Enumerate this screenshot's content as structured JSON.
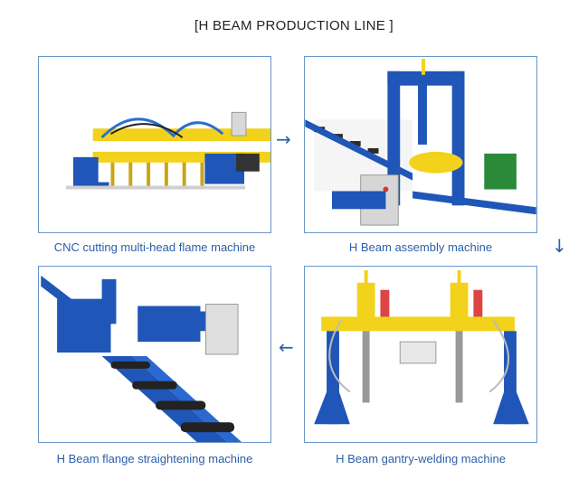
{
  "title": "[H BEAM PRODUCTION LINE ]",
  "steps": [
    {
      "caption": "CNC cutting multi-head flame machine",
      "image_icon": "cnc-flame-cutting-machine"
    },
    {
      "caption": "H Beam assembly machine",
      "image_icon": "h-beam-assembly-machine"
    },
    {
      "caption": "H Beam gantry-welding machine",
      "image_icon": "gantry-welding-machine"
    },
    {
      "caption": "H Beam flange straightening machine",
      "image_icon": "flange-straightening-machine"
    }
  ],
  "arrows": {
    "right": "→",
    "down": "↓",
    "left": "←"
  },
  "colors": {
    "frame_border": "#6b96c8",
    "caption_text": "#2b5fa8",
    "machine_blue": "#1f56b8",
    "machine_yellow": "#f2d21a"
  }
}
